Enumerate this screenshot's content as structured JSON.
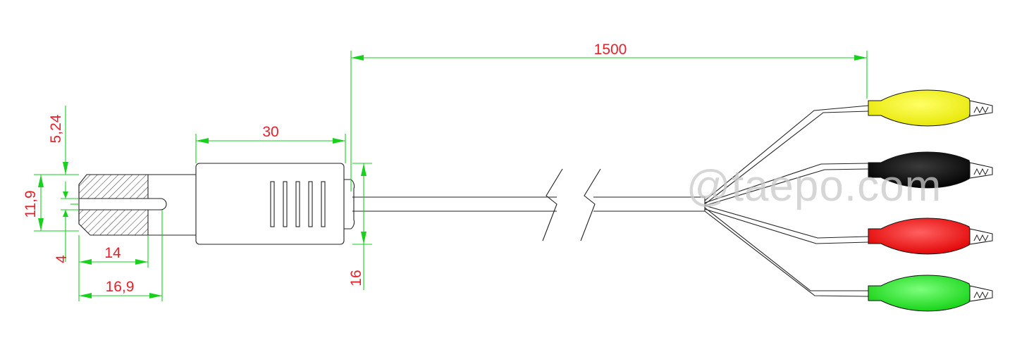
{
  "dimensions": {
    "cable_length": "1500",
    "boot_length": "30",
    "pin_offset": "5,24",
    "pin_height": "11,9",
    "pin_gap": "4",
    "pin_length": "14",
    "plug_length": "16,9",
    "cable_diameter": "16"
  },
  "watermark": "@taepo.com",
  "colors": {
    "dimension_line": "#19d11d",
    "dimension_text": "#e8202a",
    "clip_yellow": "#ffff00",
    "clip_black": "#000000",
    "clip_red": "#ff1a1a",
    "clip_green": "#22ee22"
  }
}
